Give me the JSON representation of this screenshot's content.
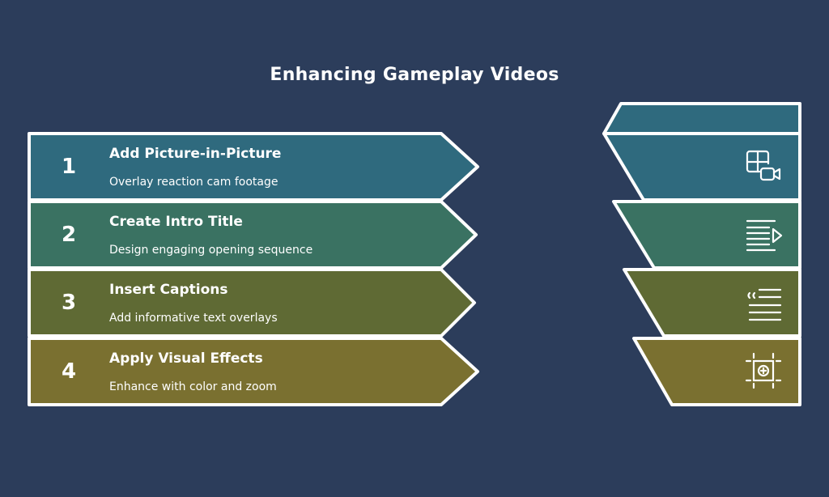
{
  "title": "Enhancing Gameplay Videos",
  "steps": [
    {
      "number": "1",
      "title": "Add Picture-in-Picture",
      "description": "Overlay reaction cam footage",
      "color": "#2f6a7e",
      "icon": "picture-in-picture-camera-icon"
    },
    {
      "number": "2",
      "title": "Create Intro Title",
      "description": "Design engaging opening sequence",
      "color": "#3a7262",
      "icon": "text-play-icon"
    },
    {
      "number": "3",
      "title": "Insert Captions",
      "description": "Add informative text overlays",
      "color": "#5f6a34",
      "icon": "quote-text-icon"
    },
    {
      "number": "4",
      "title": "Apply Visual Effects",
      "description": "Enhance with color and zoom",
      "color": "#7a7030",
      "icon": "zoom-frame-icon"
    }
  ],
  "colors": {
    "background": "#2c3d5b",
    "outline": "#ffffff"
  }
}
